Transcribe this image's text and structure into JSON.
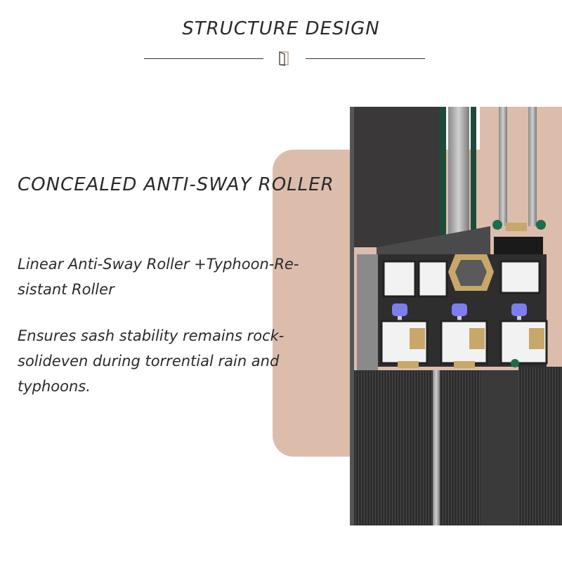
{
  "header": {
    "title": "STRUCTURE DESIGN",
    "icon": "door-icon"
  },
  "content": {
    "headline": "CONCEALED ANTI-SWAY ROLLER",
    "paragraph_1": "Linear Anti-Sway Roller +Typhoon-Re-sistant Roller",
    "paragraph_2": "Ensures sash stability remains rock-solideven during torrential rain and typhoons."
  },
  "colors": {
    "panel": "#dcbdac",
    "frame_dark": "#2e2e2e",
    "aluminum": "#9a9a9a",
    "seal_green": "#1f6b4e",
    "roller_blue": "#7d7df0",
    "gasket_gold": "#c8a86a"
  },
  "illustration": {
    "subject": "sliding window frame cross-section",
    "rollers": 3
  }
}
